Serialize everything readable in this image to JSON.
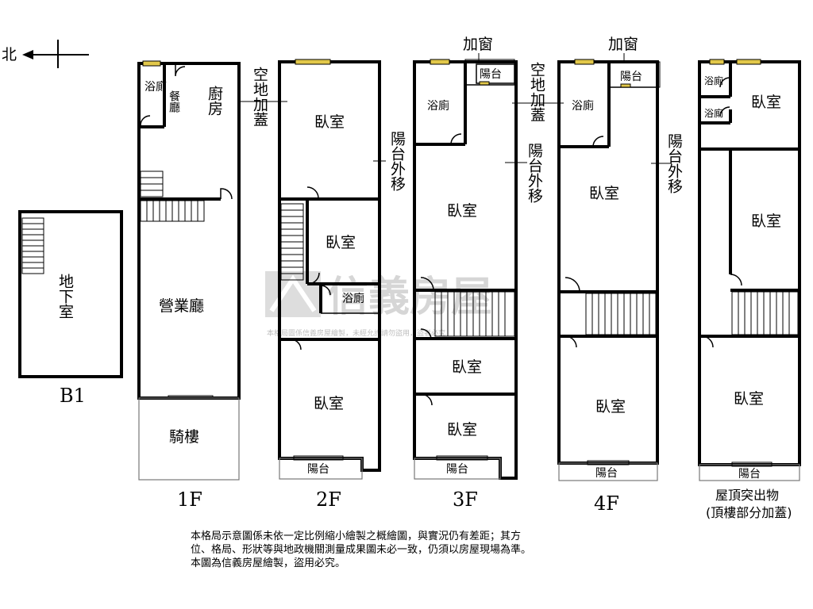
{
  "compass": {
    "north_label": "北"
  },
  "floors": [
    {
      "id": "b1",
      "name": "B1",
      "rooms": [
        "地下室"
      ]
    },
    {
      "id": "1f",
      "name": "1F",
      "rooms": [
        "浴廁",
        "餐廳",
        "廚房",
        "營業廳",
        "騎樓"
      ]
    },
    {
      "id": "2f",
      "name": "2F",
      "rooms": [
        "臥室",
        "臥室",
        "浴廁",
        "臥室",
        "陽台"
      ]
    },
    {
      "id": "3f",
      "name": "3F",
      "rooms": [
        "陽台",
        "浴廁",
        "臥室",
        "臥室",
        "臥室",
        "陽台"
      ]
    },
    {
      "id": "4f",
      "name": "4F",
      "rooms": [
        "陽台",
        "浴廁",
        "臥室",
        "臥室",
        "陽台"
      ]
    },
    {
      "id": "rf",
      "name": "屋頂突出物",
      "subtitle": "(頂樓部分加蓋)",
      "rooms": [
        "浴廁",
        "浴廁",
        "臥室",
        "臥室",
        "臥室",
        "陽台"
      ]
    }
  ],
  "annotations": {
    "vacant_addition": "空地加蓋",
    "balcony_moved": "陽台外移",
    "window_added": "加窗"
  },
  "watermark": {
    "brand": "信義房屋",
    "notice": "本格局圖係信義房屋繪製，未經允許請勿盜用，盜者必究"
  },
  "disclaimer": [
    "本格局示意圖係未依一定比例縮小繪製之概繪圖，與實況仍有差距；其方",
    "位、格局、形狀等與地政機關測量成果圖未必一致，仍須以房屋現場為準。",
    "本圖為信義房屋繪製，盜用必究。"
  ],
  "colors": {
    "wall": "#000000",
    "window": "#e2c84a",
    "watermark": "#c9c9c9"
  }
}
